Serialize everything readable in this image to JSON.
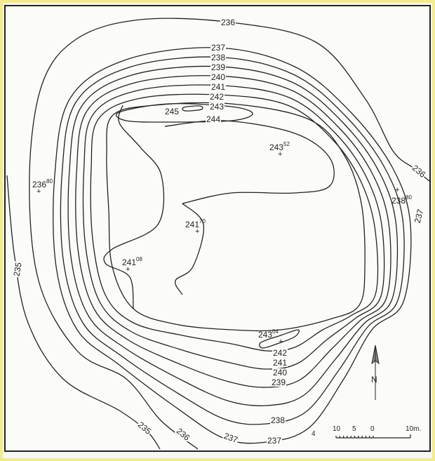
{
  "contour_labels": [
    "236",
    "237",
    "238",
    "239",
    "240",
    "241",
    "242",
    "243",
    "244",
    "245",
    "236",
    "237",
    "235",
    "235",
    "236",
    "237",
    "237",
    "238",
    "239",
    "240",
    "241",
    "242"
  ],
  "spot_heights": [
    {
      "main": "236",
      "sup": "80"
    },
    {
      "main": "243",
      "sup": "52"
    },
    {
      "main": "238",
      "sup": "80"
    },
    {
      "main": "241",
      "sup": "70"
    },
    {
      "main": "241",
      "sup": "08"
    },
    {
      "main": "243",
      "sup": "04"
    }
  ],
  "north_label": "N",
  "scale": {
    "ticks": [
      "10",
      "5",
      "0",
      "10m."
    ]
  },
  "corner_mark": "4"
}
